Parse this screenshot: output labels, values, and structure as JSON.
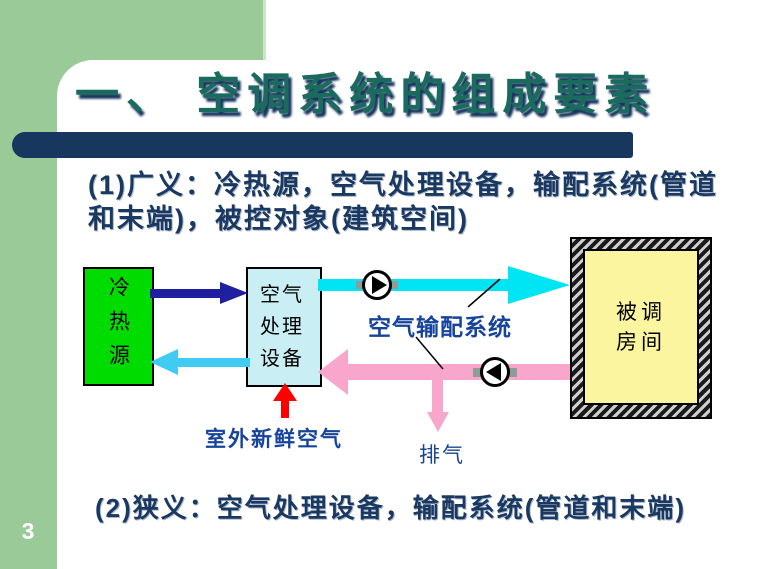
{
  "slide": {
    "page_number": "3",
    "title": "一、 空调系统的组成要素",
    "point_broad": "(1)广义：冷热源，空气处理设备，输配系统(管道和末端)，被控对象(建筑空间)",
    "point_narrow": "(2)狭义：空气处理设备，输配系统(管道和末端)"
  },
  "diagram": {
    "boxes": {
      "source": "冷热源",
      "ahu": "空气处理设备",
      "room": "被调房间"
    },
    "labels": {
      "distribution": "空气输配系统",
      "fresh_air": "室外新鲜空气",
      "exhaust": "排气"
    },
    "icons": {
      "supply_fan": "fan-pump-icon",
      "return_fan": "fan-pump-icon"
    }
  },
  "colors": {
    "sidebar_green": "#9BCA99",
    "title_teal": "#1A6A5E",
    "title_bar_navy": "#17375E",
    "body_navy": "#193862",
    "label_blue": "#16439C",
    "source_box_green": "#00DC00",
    "ahu_box_cyan": "#C9EFF5",
    "room_yellow": "#FCF5A0",
    "supply_duct_cyan": "#00E5F4",
    "return_duct_pink": "#F9A6CD",
    "hot_cold_supply_navy": "#201F9E",
    "hot_cold_return_cyan": "#3FCBF2",
    "fresh_air_red": "#FF0000"
  }
}
